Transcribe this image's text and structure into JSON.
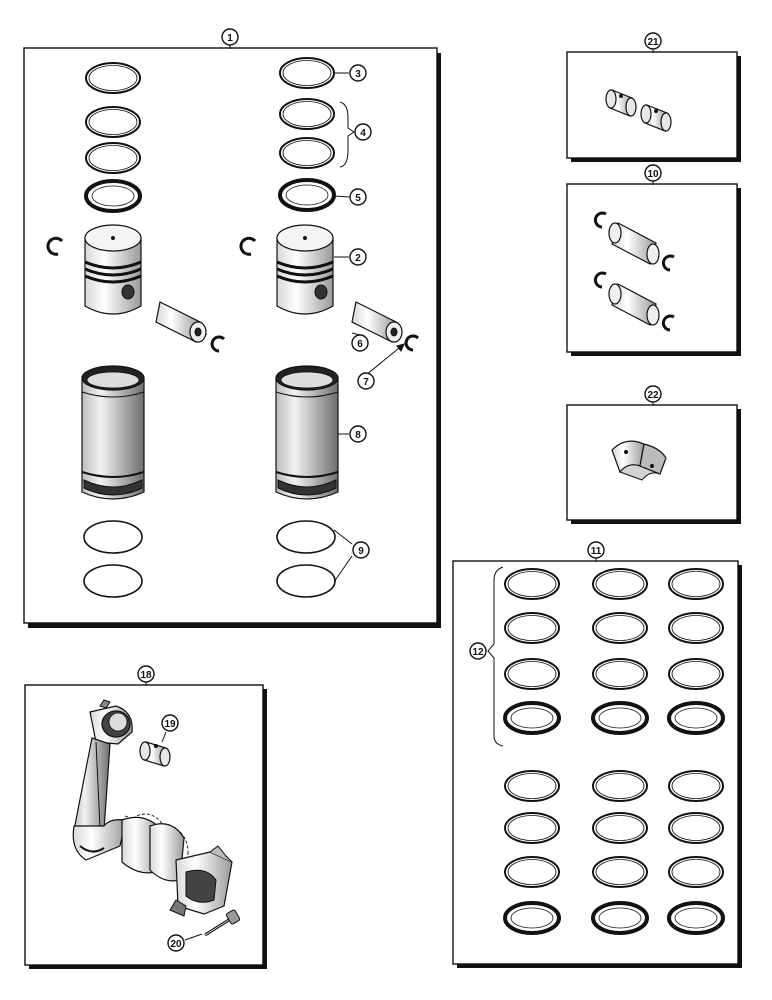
{
  "panels": {
    "piston_sleeve_kit": {
      "callout": "1"
    },
    "piston_pin_bushing_set": {
      "callout": "21"
    },
    "piston_pin_set": {
      "callout": "10"
    },
    "rod_bearing_set": {
      "callout": "22"
    },
    "piston_ring_set": {
      "callout": "11"
    },
    "connecting_rod": {
      "callout": "18"
    }
  },
  "callouts": {
    "piston": "2",
    "top_ring": "3",
    "compression_rings": "4",
    "oil_ring": "5",
    "piston_pin": "6",
    "snap_ring": "7",
    "cylinder_sleeve": "8",
    "sleeve_o_rings": "9",
    "ring_group": "12",
    "rod_bushing": "19",
    "rod_bolt": "20"
  }
}
